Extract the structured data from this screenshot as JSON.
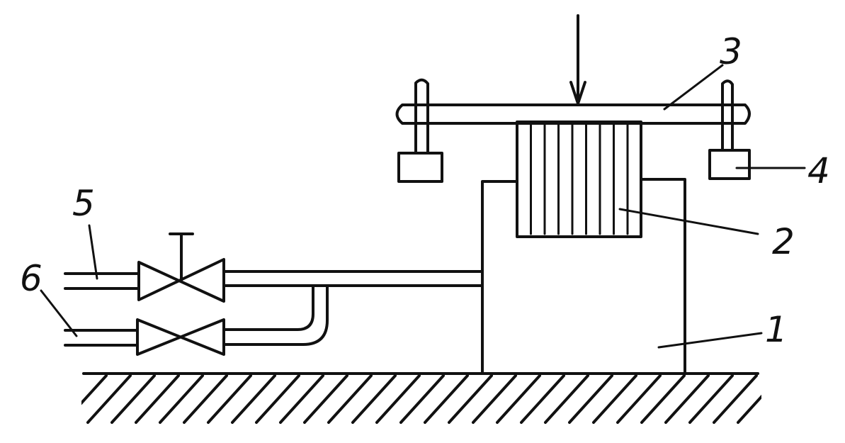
{
  "labels": {
    "l1": "1",
    "l2": "2",
    "l3": "3",
    "l4": "4",
    "l5": "5",
    "l6": "6"
  },
  "colors": {
    "ink": "#111111",
    "background": "#ffffff"
  }
}
